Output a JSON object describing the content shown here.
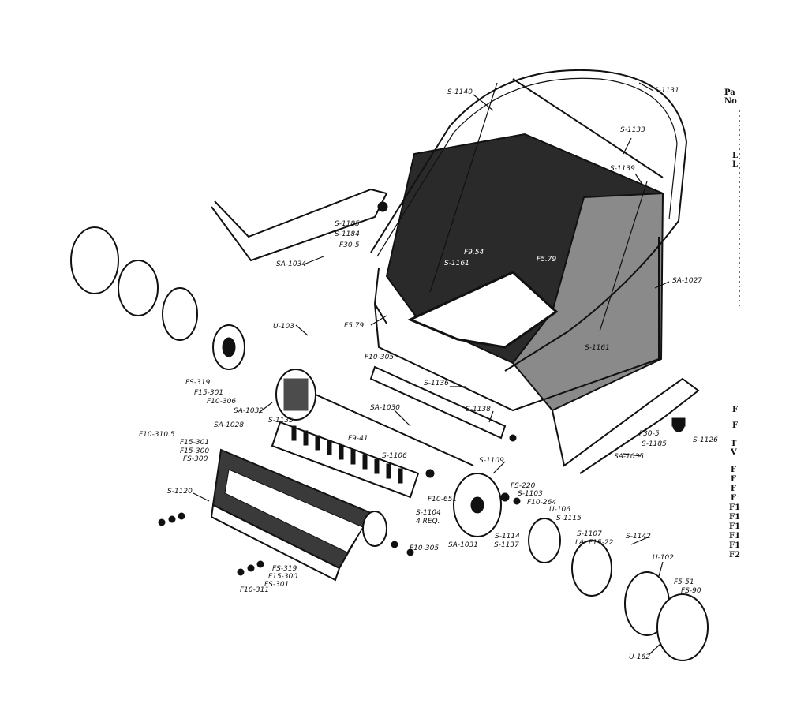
{
  "diagram": {
    "part_labels": {
      "s1140": "S-1140",
      "s1131": "S-1131",
      "s1133": "S-1133",
      "s1139": "S-1139",
      "s1185": "S-1185",
      "s1184": "S-1184",
      "f30_5": "F30-5",
      "sa1034": "SA-1034",
      "f954": "F9.54",
      "s1161": "S-1161",
      "f579": "F5.79",
      "sa1027": "SA-1027",
      "u103": "U-103",
      "f5_79b": "F5.79",
      "f10_305": "F10-305",
      "s1136": "S-1136",
      "s1161b": "S-1161",
      "fs319": "FS-319",
      "f15_301": "F15-301",
      "f10_306": "F10-306",
      "sa1032": "SA-1032",
      "s1135": "S-1135",
      "sa1030": "SA-1030",
      "s1138": "S-1138",
      "f10_3105": "F10-310.5",
      "f15_301b": "F15-301",
      "f15_300": "F15-300",
      "fs300": "FS-300",
      "sa1028": "SA-1028",
      "f9_41": "F9-41",
      "s1106": "S-1106",
      "s1109": "S-1109",
      "f30_5b": "F30-5",
      "s1185b": "S-1185",
      "s1126": "S-1126",
      "sa1035": "SA-1035",
      "s1120": "S-1120",
      "fs220": "FS-220",
      "f10_651": "F10-651",
      "s1103": "S-1103",
      "s1104": "S-1104",
      "four_req": "4 REQ.",
      "f10_264": "F10-264",
      "u106": "U-106",
      "s1115": "S-1115",
      "s1114": "S-1114",
      "sa1031": "SA-1031",
      "s1137": "S-1137",
      "f10_305b": "F10-305",
      "s1107": "S-1107",
      "la": "LA",
      "f15_22": "F15-22",
      "s1142": "S-1142",
      "u102": "U-102",
      "f5_51": "F5-51",
      "fs90": "FS-90",
      "u162": "U-162",
      "fs319b": "FS-319",
      "f15_300b": "F15-300",
      "fs301": "FS-301",
      "f10_311": "F10-311"
    },
    "edge_text": [
      "Pa",
      "No",
      "L",
      "L",
      "F",
      "F",
      "T",
      "V",
      "F",
      "F",
      "F",
      "F",
      "F1",
      "F1",
      "F1",
      "F1",
      "F1",
      "F2"
    ]
  }
}
